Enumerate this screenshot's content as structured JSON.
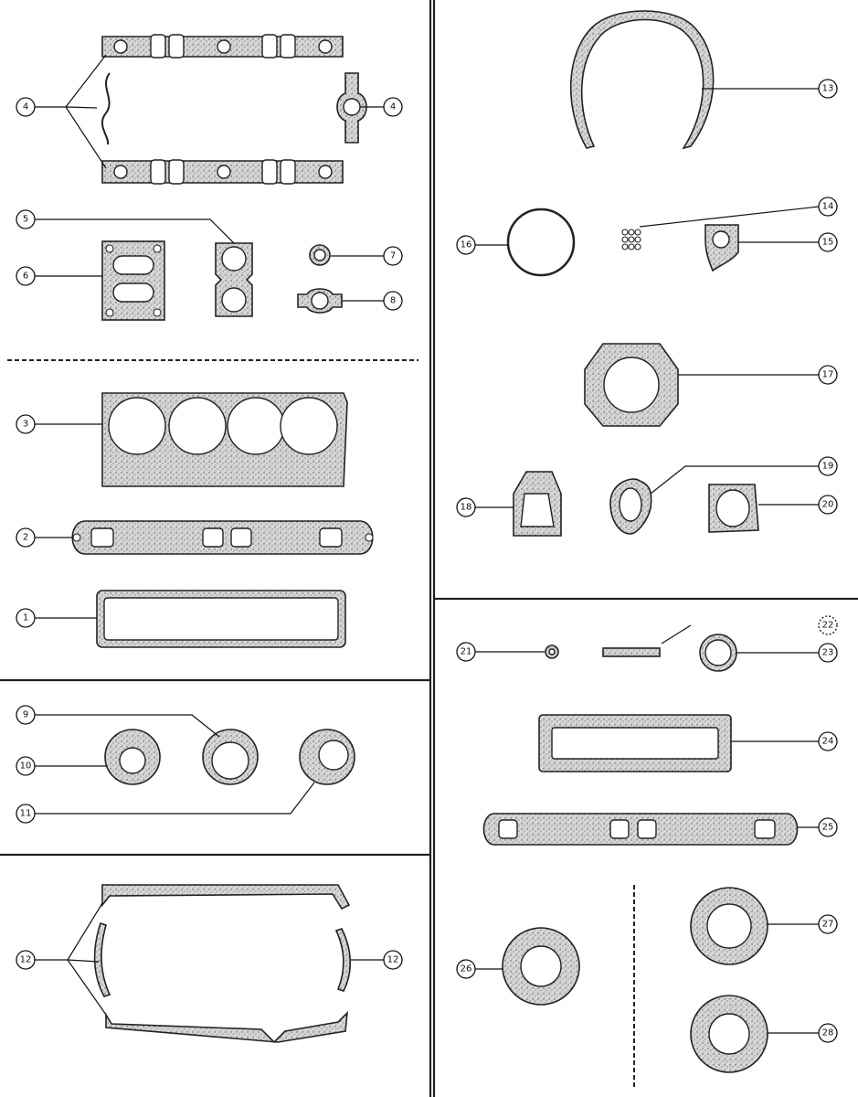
{
  "callouts": {
    "c4a": "4",
    "c4b": "4",
    "c5": "5",
    "c6": "6",
    "c7": "7",
    "c8": "8",
    "c3": "3",
    "c2": "2",
    "c1": "1",
    "c9": "9",
    "c10": "10",
    "c11": "11",
    "c12a": "12",
    "c12b": "12",
    "c13": "13",
    "c14": "14",
    "c15": "15",
    "c16": "16",
    "c17": "17",
    "c18": "18",
    "c19": "19",
    "c20": "20",
    "c21": "21",
    "c22": "22",
    "c23": "23",
    "c24": "24",
    "c25": "25",
    "c26": "26",
    "c27": "27",
    "c28": "28"
  }
}
